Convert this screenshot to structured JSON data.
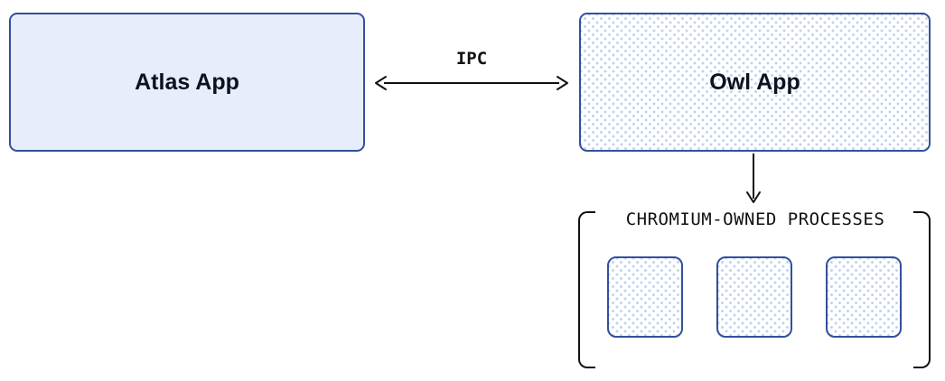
{
  "diagram": {
    "atlas_box": {
      "label": "Atlas App"
    },
    "owl_box": {
      "label": "Owl App"
    },
    "ipc_label": "IPC",
    "processes_group": {
      "label": "CHROMIUM-OWNED PROCESSES",
      "process_count": 3
    },
    "colors": {
      "border_blue": "#33509e",
      "atlas_fill": "#e7edfb",
      "dot_color": "#bcd0f2",
      "ink": "#111111"
    }
  }
}
